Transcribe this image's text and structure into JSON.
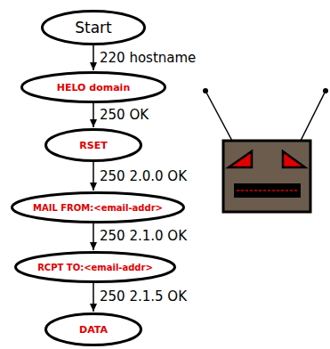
{
  "diagram": {
    "nodes": [
      {
        "text": [
          "Start"
        ]
      },
      {
        "text": [
          "HELO domain"
        ]
      },
      {
        "text": [
          "RSET"
        ]
      },
      {
        "text": [
          "MAIL FROM:<email-addr>"
        ]
      },
      {
        "text": [
          "RCPT TO:<email-addr>"
        ]
      },
      {
        "text": [
          "DATA"
        ]
      }
    ],
    "edges": [
      {
        "from": 0,
        "to": 1,
        "arrow": "to",
        "label": "220 hostname"
      },
      {
        "from": 1,
        "to": 2,
        "arrow": "to",
        "label": "250 OK"
      },
      {
        "from": 2,
        "to": 3,
        "arrow": "to",
        "label": "250 2.0.0 OK"
      },
      {
        "from": 3,
        "to": 4,
        "arrow": "to",
        "label": "250 2.1.0 OK"
      },
      {
        "from": 4,
        "to": 5,
        "arrow": "to",
        "label": "250 2.1.5 OK"
      }
    ]
  }
}
